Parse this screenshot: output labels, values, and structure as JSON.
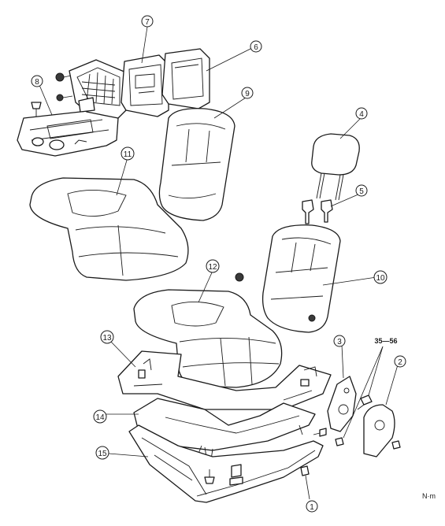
{
  "diagram": {
    "callouts": [
      "1",
      "2",
      "3",
      "4",
      "5",
      "6",
      "7",
      "8",
      "9",
      "10",
      "11",
      "12",
      "13",
      "14",
      "15"
    ],
    "torque_value": "35—56",
    "torque_unit": "N·m"
  }
}
